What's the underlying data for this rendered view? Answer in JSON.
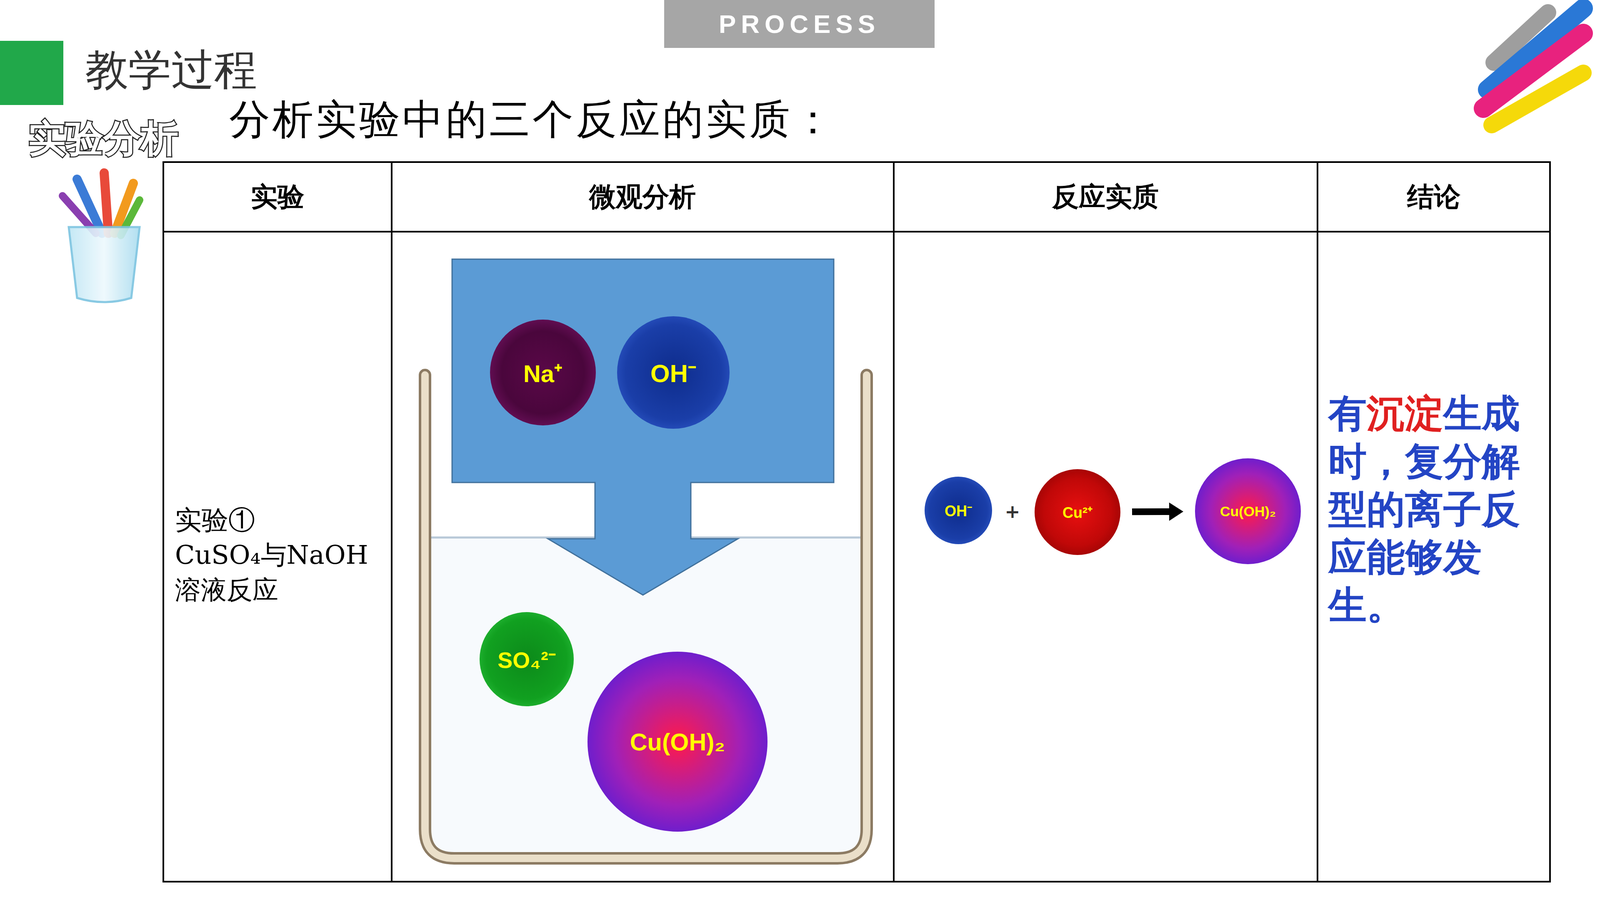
{
  "diagram": {
    "title": "分析实验中的三个反应的实质：",
    "nodes": [
      {
        "text": [
          "Na⁺"
        ]
      },
      {
        "text": [
          "OH⁻"
        ]
      },
      {
        "text": [
          "SO₄²⁻"
        ]
      },
      {
        "text": [
          "Cu(OH)₂"
        ]
      },
      {
        "text": [
          "OH⁻"
        ]
      },
      {
        "text": [
          "Cu²⁺"
        ]
      },
      {
        "text": [
          "Cu(OH)₂"
        ]
      }
    ],
    "edges": [
      {
        "from": 5,
        "to": 6,
        "arrow": "to"
      }
    ],
    "labels": [
      "PROCESS",
      "教学过程",
      "实验分析",
      "实验",
      "微观分析",
      "反应实质",
      "结论",
      "实验①",
      "CuSO₄与NaOH溶液反应",
      "+",
      "有",
      "沉淀",
      "生成时，复分解型的离子反应能够发生。"
    ]
  }
}
